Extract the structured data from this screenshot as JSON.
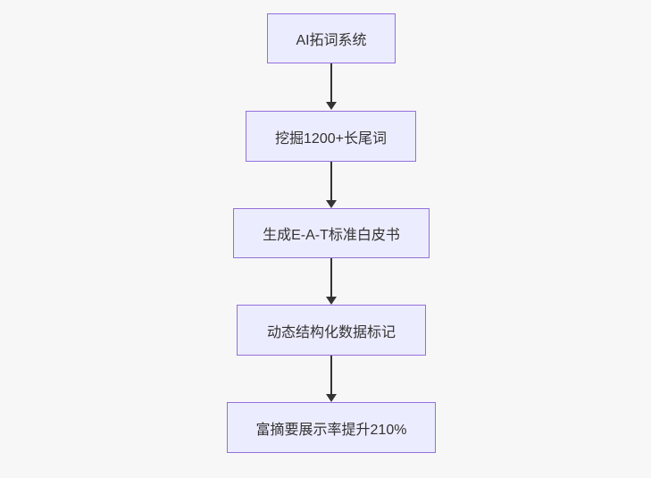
{
  "diagram": {
    "type": "flowchart",
    "direction": "top-down",
    "nodes": [
      {
        "id": "A",
        "label": "AI拓词系统"
      },
      {
        "id": "B",
        "label": "挖掘1200+长尾词"
      },
      {
        "id": "C",
        "label": "生成E-A-T标准白皮书"
      },
      {
        "id": "D",
        "label": "动态结构化数据标记"
      },
      {
        "id": "E",
        "label": "富摘要展示率提升210%"
      }
    ],
    "edges": [
      {
        "from": "A",
        "to": "B"
      },
      {
        "from": "B",
        "to": "C"
      },
      {
        "from": "C",
        "to": "D"
      },
      {
        "from": "D",
        "to": "E"
      }
    ],
    "colors": {
      "background": "#f7f7f7",
      "node_fill": "#ececff",
      "node_border": "#9370db",
      "arrow": "#333333",
      "text": "#333333"
    }
  }
}
